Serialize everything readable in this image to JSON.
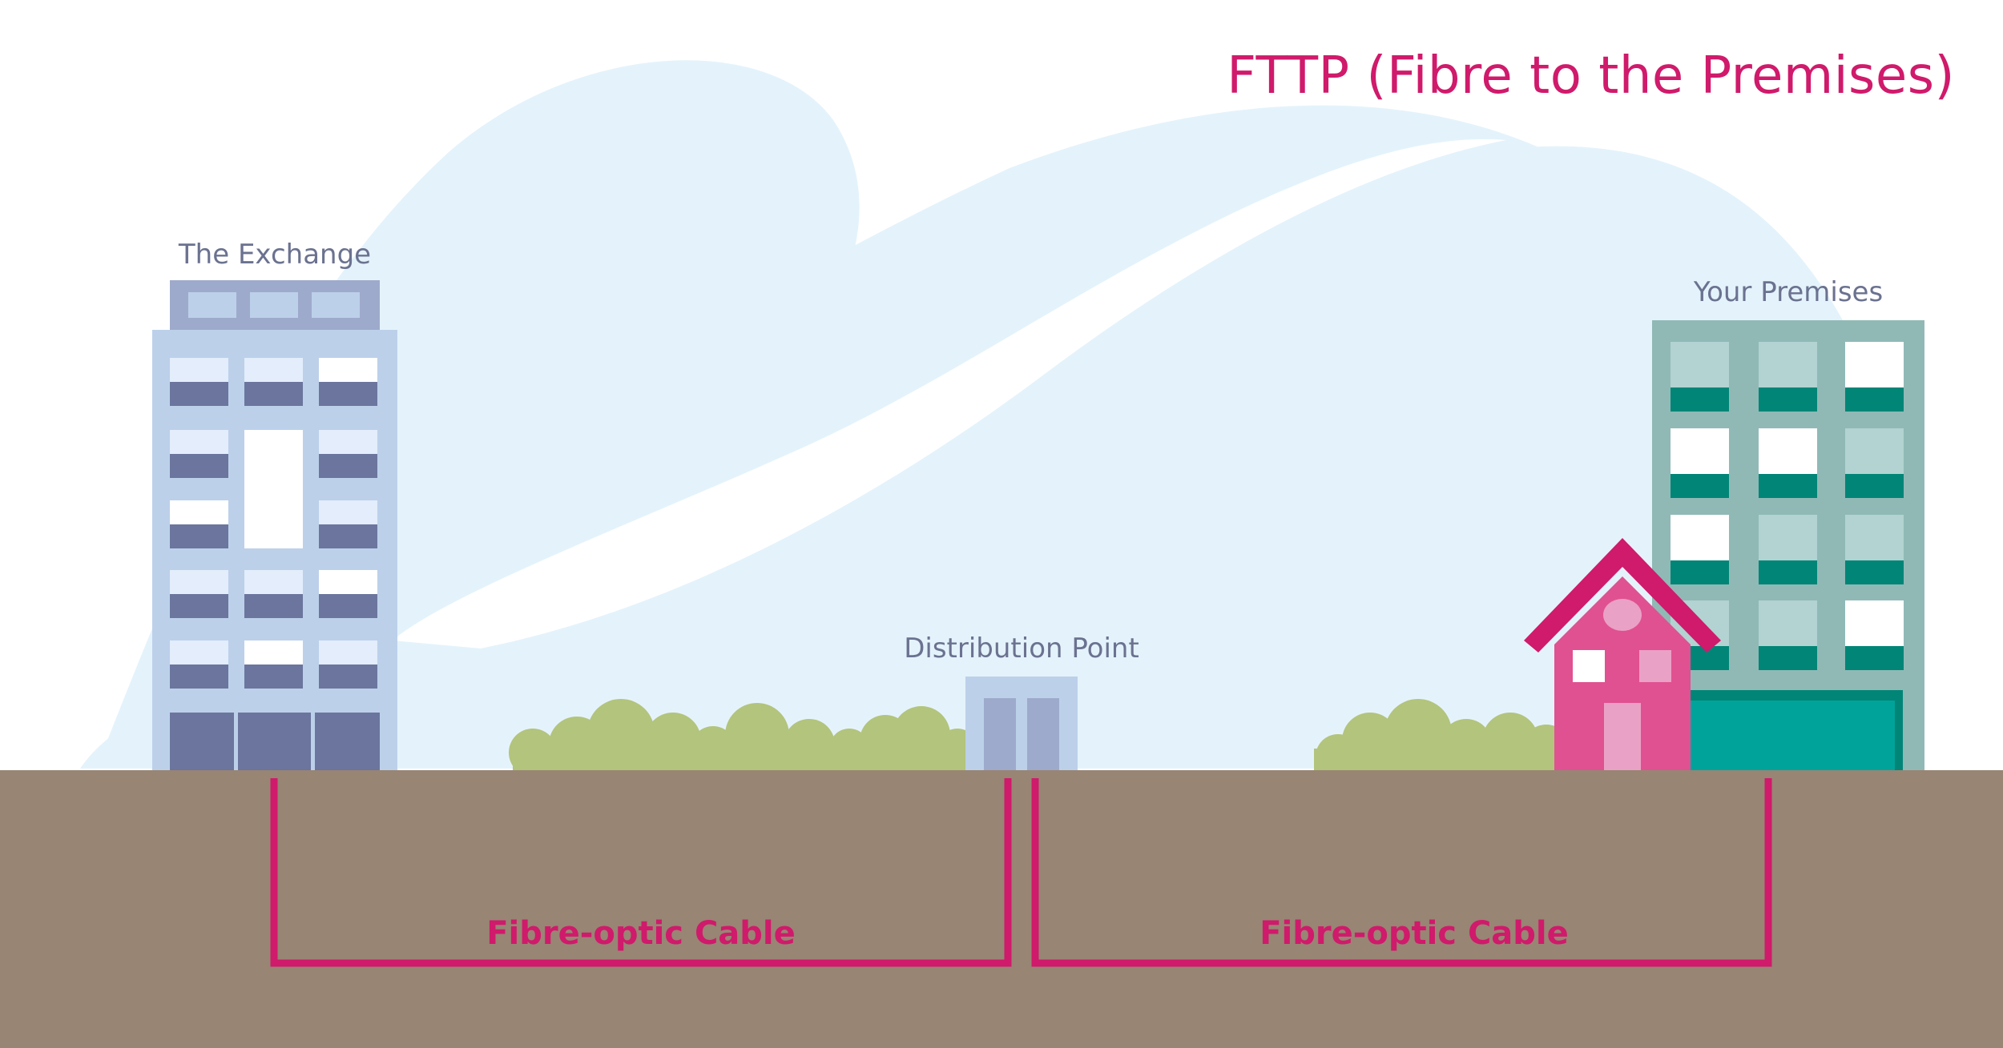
{
  "title": "FTTP (Fibre to the Premises)",
  "labels": {
    "exchange": "The Exchange",
    "distribution": "Distribution Point",
    "premises": "Your Premises"
  },
  "cables": {
    "left": "Fibre-optic Cable",
    "right": "Fibre-optic Cable"
  },
  "colors": {
    "accent": "#d01a6b",
    "ground": "#988574",
    "sky": "#e4f3fb",
    "bush": "#b3c47c",
    "exchange": "#bcd0ea",
    "exchange_dark": "#6b759d",
    "office": "#90b9b6",
    "office_dark": "#008577",
    "house": "#e05191"
  }
}
